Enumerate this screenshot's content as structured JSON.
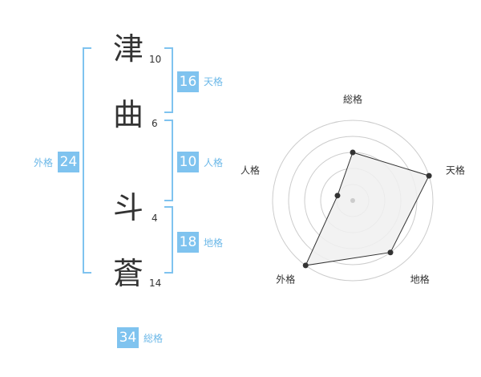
{
  "name": {
    "chars": [
      {
        "char": "津",
        "strokes": "10"
      },
      {
        "char": "曲",
        "strokes": "6"
      },
      {
        "char": "斗",
        "strokes": "4"
      },
      {
        "char": "蒼",
        "strokes": "14"
      }
    ]
  },
  "kaku": {
    "tenkaku": {
      "value": "16",
      "label": "天格"
    },
    "jinkaku": {
      "value": "10",
      "label": "人格"
    },
    "chikaku": {
      "value": "18",
      "label": "地格"
    },
    "gaikaku": {
      "value": "24",
      "label": "外格"
    },
    "soukaku": {
      "value": "34",
      "label": "総格"
    }
  },
  "chart_data": {
    "type": "radar",
    "axes": [
      "総格",
      "天格",
      "地格",
      "外格",
      "人格"
    ],
    "values": [
      3,
      5,
      4,
      5,
      1
    ],
    "max": 5,
    "rings": 5,
    "colors": {
      "fill": "#f0f0f0",
      "line": "#333333",
      "grid": "#cccccc",
      "point": "#333333"
    }
  },
  "colors": {
    "accent": "#7fc3ef",
    "label": "#6cb8e8",
    "text": "#333333"
  }
}
